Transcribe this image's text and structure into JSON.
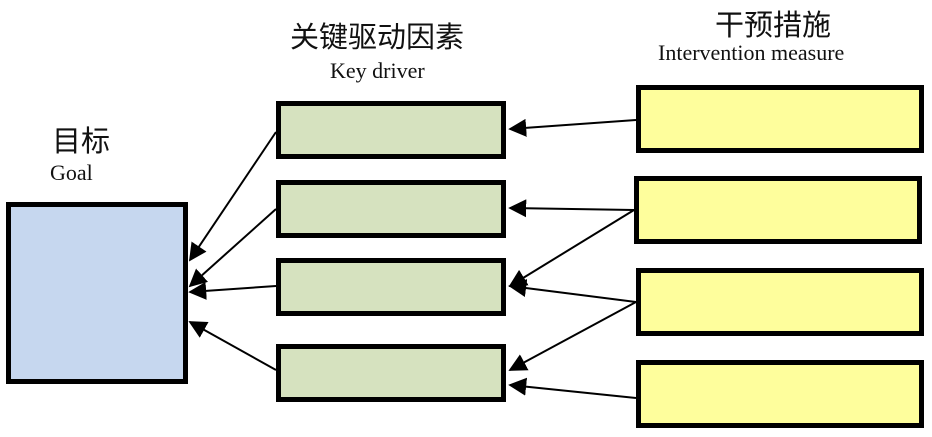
{
  "goal": {
    "title_cn": "目标",
    "title_en": "Goal",
    "color": "#c6d7ef"
  },
  "key_driver": {
    "title_cn": "关键驱动因素",
    "title_en": "Key driver",
    "color": "#d6e2bf",
    "box_count": 4
  },
  "intervention": {
    "title_cn": "干预措施",
    "title_en": "Intervention measure",
    "color": "#fefe9c",
    "box_count": 4
  },
  "connections": {
    "drivers_to_goal": [
      "driver-1",
      "driver-2",
      "driver-3",
      "driver-4"
    ],
    "measures_to_drivers": [
      [
        "measure-1",
        "driver-1"
      ],
      [
        "measure-2",
        "driver-2"
      ],
      [
        "measure-2",
        "driver-3"
      ],
      [
        "measure-3",
        "driver-3"
      ],
      [
        "measure-3",
        "driver-4"
      ],
      [
        "measure-4",
        "driver-4"
      ]
    ]
  }
}
